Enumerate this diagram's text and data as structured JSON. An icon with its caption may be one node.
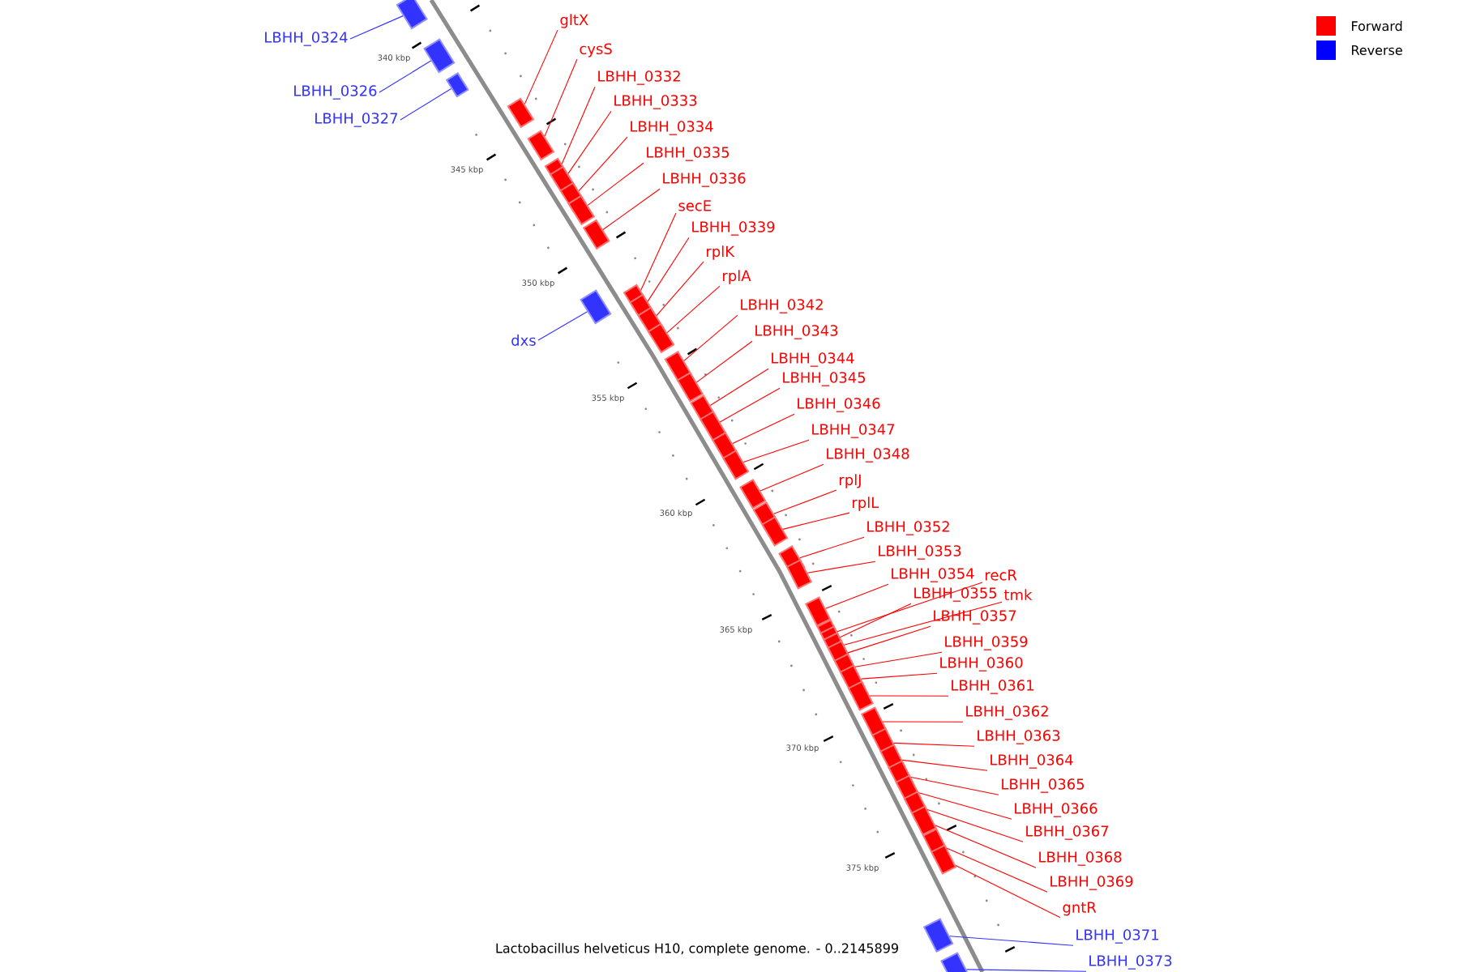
{
  "diagram": {
    "caption": "Lactobacillus helveticus H10, complete genome. - 0..2145899",
    "nodes": [
      {
        "text": [
          "gltX"
        ]
      },
      {
        "text": [
          "LBHH_0324"
        ]
      },
      {
        "text": [
          "cysS"
        ]
      },
      {
        "text": [
          "LBHH_0332"
        ]
      },
      {
        "text": [
          "LBHH_0326"
        ]
      },
      {
        "text": [
          "LBHH_0333"
        ]
      },
      {
        "text": [
          "LBHH_0327"
        ]
      },
      {
        "text": [
          "LBHH_0334"
        ]
      },
      {
        "text": [
          "LBHH_0335"
        ]
      },
      {
        "text": [
          "LBHH_0336"
        ]
      },
      {
        "text": [
          "secE"
        ]
      },
      {
        "text": [
          "LBHH_0339"
        ]
      },
      {
        "text": [
          "rplK"
        ]
      },
      {
        "text": [
          "rplA"
        ]
      },
      {
        "text": [
          "LBHH_0342"
        ]
      },
      {
        "text": [
          "LBHH_0343"
        ]
      },
      {
        "text": [
          "dxs"
        ]
      },
      {
        "text": [
          "LBHH_0344"
        ]
      },
      {
        "text": [
          "LBHH_0345"
        ]
      },
      {
        "text": [
          "LBHH_0346"
        ]
      },
      {
        "text": [
          "LBHH_0347"
        ]
      },
      {
        "text": [
          "LBHH_0348"
        ]
      },
      {
        "text": [
          "rplJ"
        ]
      },
      {
        "text": [
          "rplL"
        ]
      },
      {
        "text": [
          "LBHH_0352"
        ]
      },
      {
        "text": [
          "LBHH_0353"
        ]
      },
      {
        "text": [
          "LBHH_0354"
        ]
      },
      {
        "text": [
          "recR"
        ]
      },
      {
        "text": [
          "LBHH_0355"
        ]
      },
      {
        "text": [
          "tmk"
        ]
      },
      {
        "text": [
          "LBHH_0357"
        ]
      },
      {
        "text": [
          "LBHH_0359"
        ]
      },
      {
        "text": [
          "LBHH_0360"
        ]
      },
      {
        "text": [
          "LBHH_0361"
        ]
      },
      {
        "text": [
          "LBHH_0362"
        ]
      },
      {
        "text": [
          "LBHH_0363"
        ]
      },
      {
        "text": [
          "LBHH_0364"
        ]
      },
      {
        "text": [
          "LBHH_0365"
        ]
      },
      {
        "text": [
          "LBHH_0366"
        ]
      },
      {
        "text": [
          "LBHH_0367"
        ]
      },
      {
        "text": [
          "LBHH_0368"
        ]
      },
      {
        "text": [
          "LBHH_0369"
        ]
      },
      {
        "text": [
          "gntR"
        ]
      },
      {
        "text": [
          "LBHH_0371"
        ]
      },
      {
        "text": [
          "LBHH_0373"
        ]
      },
      {
        "text": [],
        "shape": "box"
      },
      {
        "text": [],
        "shape": "box"
      },
      {
        "text": [],
        "shape": "box"
      },
      {
        "text": [],
        "shape": "box"
      },
      {
        "text": [],
        "shape": "box"
      },
      {
        "text": [],
        "shape": "box"
      },
      {
        "text": [],
        "shape": "box"
      },
      {
        "text": [],
        "shape": "box"
      },
      {
        "text": [],
        "shape": "box"
      },
      {
        "text": [],
        "shape": "box"
      },
      {
        "text": [],
        "shape": "box"
      },
      {
        "text": [],
        "shape": "box"
      },
      {
        "text": [],
        "shape": "box"
      },
      {
        "text": [],
        "shape": "box"
      },
      {
        "text": [],
        "shape": "box"
      },
      {
        "text": [],
        "shape": "box"
      },
      {
        "text": [],
        "shape": "box"
      },
      {
        "text": [],
        "shape": "box"
      },
      {
        "text": [],
        "shape": "box"
      },
      {
        "text": [],
        "shape": "box"
      },
      {
        "text": [],
        "shape": "box"
      },
      {
        "text": [],
        "shape": "box"
      },
      {
        "text": [],
        "shape": "box"
      },
      {
        "text": [],
        "shape": "box"
      },
      {
        "text": [],
        "shape": "box"
      },
      {
        "text": [],
        "shape": "box"
      },
      {
        "text": [],
        "shape": "box"
      },
      {
        "text": [],
        "shape": "box"
      },
      {
        "text": [],
        "shape": "box"
      },
      {
        "text": [],
        "shape": "box"
      },
      {
        "text": [],
        "shape": "box"
      },
      {
        "text": [],
        "shape": "box"
      },
      {
        "text": [],
        "shape": "box"
      },
      {
        "text": [],
        "shape": "box"
      },
      {
        "text": [],
        "shape": "box"
      },
      {
        "text": [],
        "shape": "box"
      },
      {
        "text": [],
        "shape": "box"
      },
      {
        "text": [],
        "shape": "box"
      },
      {
        "text": [],
        "shape": "box"
      },
      {
        "text": [],
        "shape": "box"
      },
      {
        "text": [],
        "shape": "box"
      },
      {
        "text": [],
        "shape": "box"
      },
      {
        "text": [],
        "shape": "box"
      },
      {
        "text": [],
        "shape": "box"
      },
      {
        "text": [],
        "shape": "box"
      }
    ],
    "edges": [
      {
        "from": 0,
        "to": 45,
        "arrow": "none"
      },
      {
        "from": 1,
        "to": 46,
        "arrow": "none",
        "color": "#3333ff"
      },
      {
        "from": 2,
        "to": 47,
        "arrow": "none"
      },
      {
        "from": 3,
        "to": 48,
        "arrow": "none"
      },
      {
        "from": 4,
        "to": 49,
        "arrow": "none",
        "color": "#3333ff"
      },
      {
        "from": 5,
        "to": 50,
        "arrow": "none"
      },
      {
        "from": 6,
        "to": 51,
        "arrow": "none",
        "color": "#3333ff"
      },
      {
        "from": 7,
        "to": 52,
        "arrow": "none"
      },
      {
        "from": 8,
        "to": 53,
        "arrow": "none"
      },
      {
        "from": 9,
        "to": 54,
        "arrow": "none"
      },
      {
        "from": 10,
        "to": 55,
        "arrow": "none"
      },
      {
        "from": 11,
        "to": 56,
        "arrow": "none"
      },
      {
        "from": 12,
        "to": 57,
        "arrow": "none"
      },
      {
        "from": 13,
        "to": 58,
        "arrow": "none"
      },
      {
        "from": 14,
        "to": 59,
        "arrow": "none"
      },
      {
        "from": 15,
        "to": 60,
        "arrow": "none"
      },
      {
        "from": 16,
        "to": 61,
        "arrow": "none",
        "color": "#3333ff"
      },
      {
        "from": 17,
        "to": 62,
        "arrow": "none"
      },
      {
        "from": 18,
        "to": 63,
        "arrow": "none"
      },
      {
        "from": 19,
        "to": 64,
        "arrow": "none"
      },
      {
        "from": 20,
        "to": 65,
        "arrow": "none"
      },
      {
        "from": 21,
        "to": 66,
        "arrow": "none"
      },
      {
        "from": 22,
        "to": 67,
        "arrow": "none"
      },
      {
        "from": 23,
        "to": 68,
        "arrow": "none"
      },
      {
        "from": 24,
        "to": 69,
        "arrow": "none"
      },
      {
        "from": 25,
        "to": 70,
        "arrow": "none"
      },
      {
        "from": 26,
        "to": 71,
        "arrow": "none"
      },
      {
        "from": 27,
        "to": 72,
        "arrow": "none"
      },
      {
        "from": 28,
        "to": 73,
        "arrow": "none"
      },
      {
        "from": 29,
        "to": 74,
        "arrow": "none"
      },
      {
        "from": 30,
        "to": 75,
        "arrow": "none"
      },
      {
        "from": 31,
        "to": 76,
        "arrow": "none"
      },
      {
        "from": 32,
        "to": 77,
        "arrow": "none"
      },
      {
        "from": 33,
        "to": 78,
        "arrow": "none"
      },
      {
        "from": 34,
        "to": 79,
        "arrow": "none"
      },
      {
        "from": 35,
        "to": 80,
        "arrow": "none"
      },
      {
        "from": 36,
        "to": 81,
        "arrow": "none"
      },
      {
        "from": 37,
        "to": 82,
        "arrow": "none"
      },
      {
        "from": 38,
        "to": 83,
        "arrow": "none"
      },
      {
        "from": 39,
        "to": 84,
        "arrow": "none"
      },
      {
        "from": 40,
        "to": 85,
        "arrow": "none"
      },
      {
        "from": 41,
        "to": 86,
        "arrow": "none"
      },
      {
        "from": 42,
        "to": 87,
        "arrow": "none"
      },
      {
        "from": 43,
        "to": 88,
        "arrow": "none",
        "color": "#3333ff"
      },
      {
        "from": 44,
        "to": 89,
        "arrow": "none",
        "color": "#3333ff"
      }
    ],
    "labels": [
      "340 kbp",
      "345 kbp",
      "350 kbp",
      "355 kbp",
      "360 kbp",
      "365 kbp",
      "370 kbp",
      "375 kbp"
    ],
    "legend": [
      {
        "text": "Forward",
        "color": "#ff0000"
      },
      {
        "text": "Reverse",
        "color": "#0000ff"
      }
    ]
  }
}
